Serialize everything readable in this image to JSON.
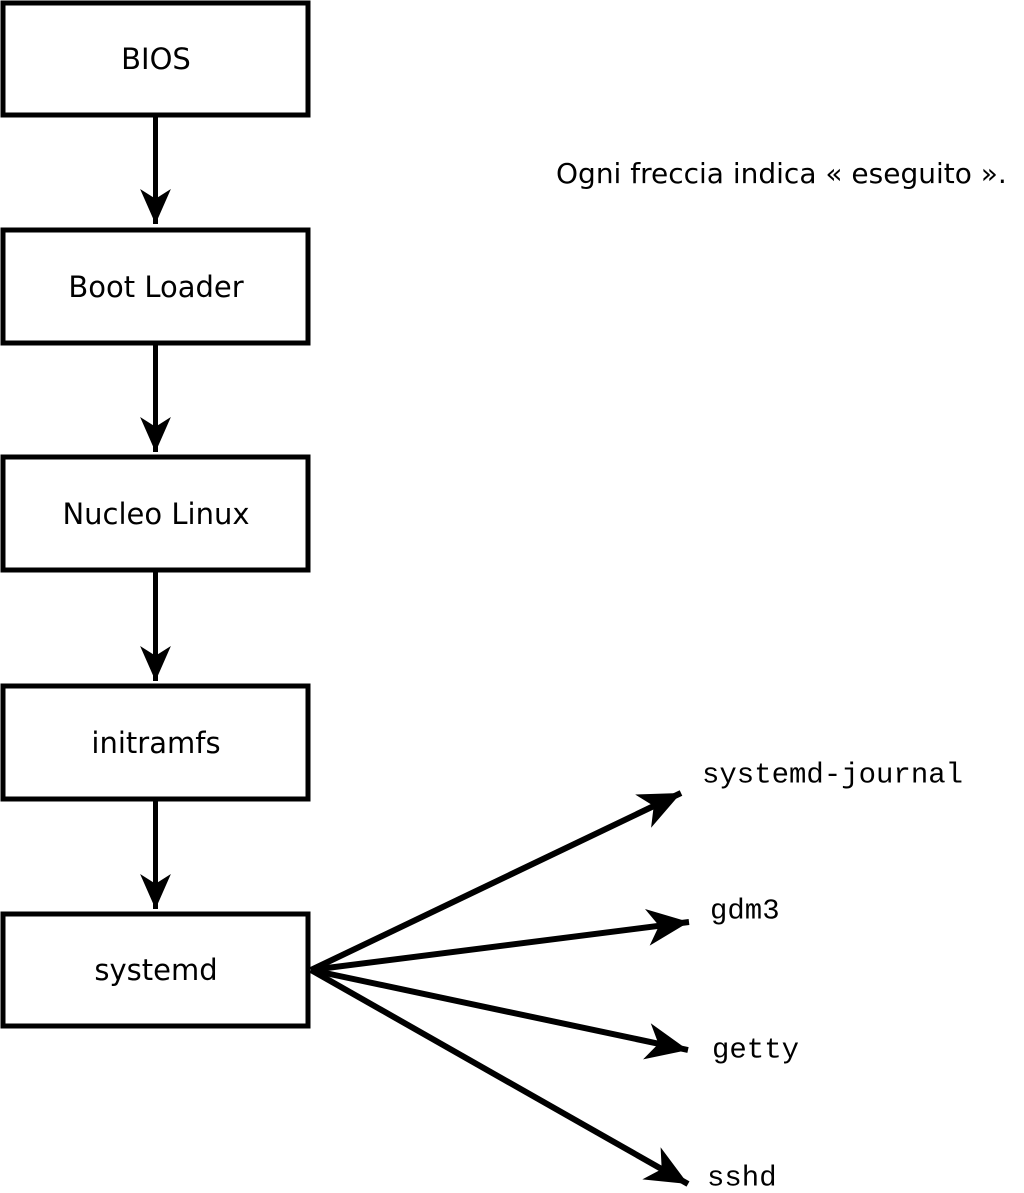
{
  "diagram": {
    "caption": "Ogni freccia indica « eseguito ».",
    "colors": {
      "foreground": "#000000",
      "background": "#ffffff"
    },
    "boxes": [
      {
        "id": "bios",
        "label": "BIOS"
      },
      {
        "id": "boot-loader",
        "label": "Boot Loader"
      },
      {
        "id": "nucleo-linux",
        "label": "Nucleo Linux"
      },
      {
        "id": "initramfs",
        "label": "initramfs"
      },
      {
        "id": "systemd",
        "label": "systemd"
      }
    ],
    "services": [
      {
        "id": "systemd-journal",
        "label": "systemd-journal"
      },
      {
        "id": "gdm3",
        "label": "gdm3"
      },
      {
        "id": "getty",
        "label": "getty"
      },
      {
        "id": "sshd",
        "label": "sshd"
      }
    ]
  }
}
